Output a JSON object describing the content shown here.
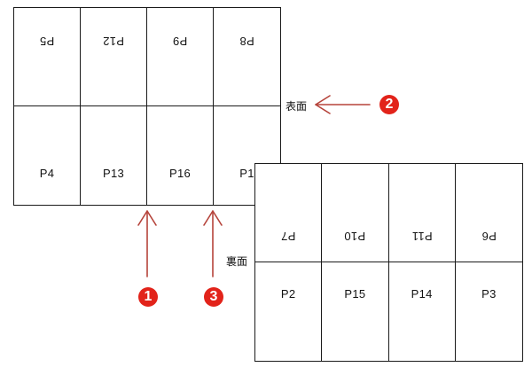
{
  "front": {
    "label": "表面",
    "top_row": [
      "P5",
      "P12",
      "P9",
      "P8"
    ],
    "bottom_row": [
      "P4",
      "P13",
      "P16",
      "P1"
    ]
  },
  "back": {
    "label": "裏面",
    "top_row": [
      "P7",
      "P10",
      "P11",
      "P6"
    ],
    "bottom_row": [
      "P2",
      "P15",
      "P14",
      "P3"
    ]
  },
  "markers": {
    "m1": "1",
    "m2": "2",
    "m3": "3"
  },
  "colors": {
    "arrow": "#b5433a",
    "marker": "#e2231a",
    "grid": "#1a1a1a"
  }
}
